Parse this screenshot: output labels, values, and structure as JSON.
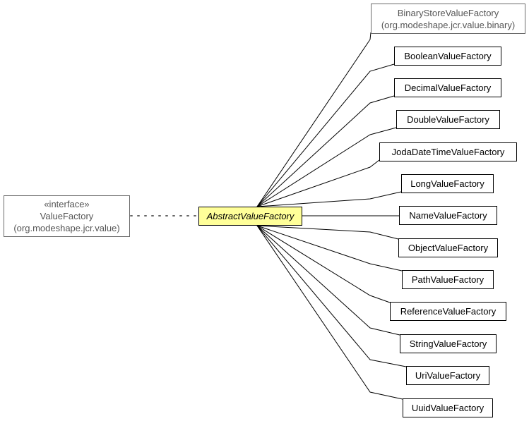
{
  "interface_node": {
    "stereotype": "«interface»",
    "name": "ValueFactory",
    "package": "(org.modeshape.jcr.value)"
  },
  "focus_node": {
    "name": "AbstractValueFactory"
  },
  "subclasses": [
    {
      "name": "BinaryStoreValueFactory",
      "package": "(org.modeshape.jcr.value.binary)"
    },
    {
      "name": "BooleanValueFactory"
    },
    {
      "name": "DecimalValueFactory"
    },
    {
      "name": "DoubleValueFactory"
    },
    {
      "name": "JodaDateTimeValueFactory"
    },
    {
      "name": "LongValueFactory"
    },
    {
      "name": "NameValueFactory"
    },
    {
      "name": "ObjectValueFactory"
    },
    {
      "name": "PathValueFactory"
    },
    {
      "name": "ReferenceValueFactory"
    },
    {
      "name": "StringValueFactory"
    },
    {
      "name": "UriValueFactory"
    },
    {
      "name": "UuidValueFactory"
    }
  ],
  "colors": {
    "focus_fill": "#ffff99",
    "external_border": "#6b6b6b",
    "external_text": "#555555",
    "edge": "#000000"
  }
}
